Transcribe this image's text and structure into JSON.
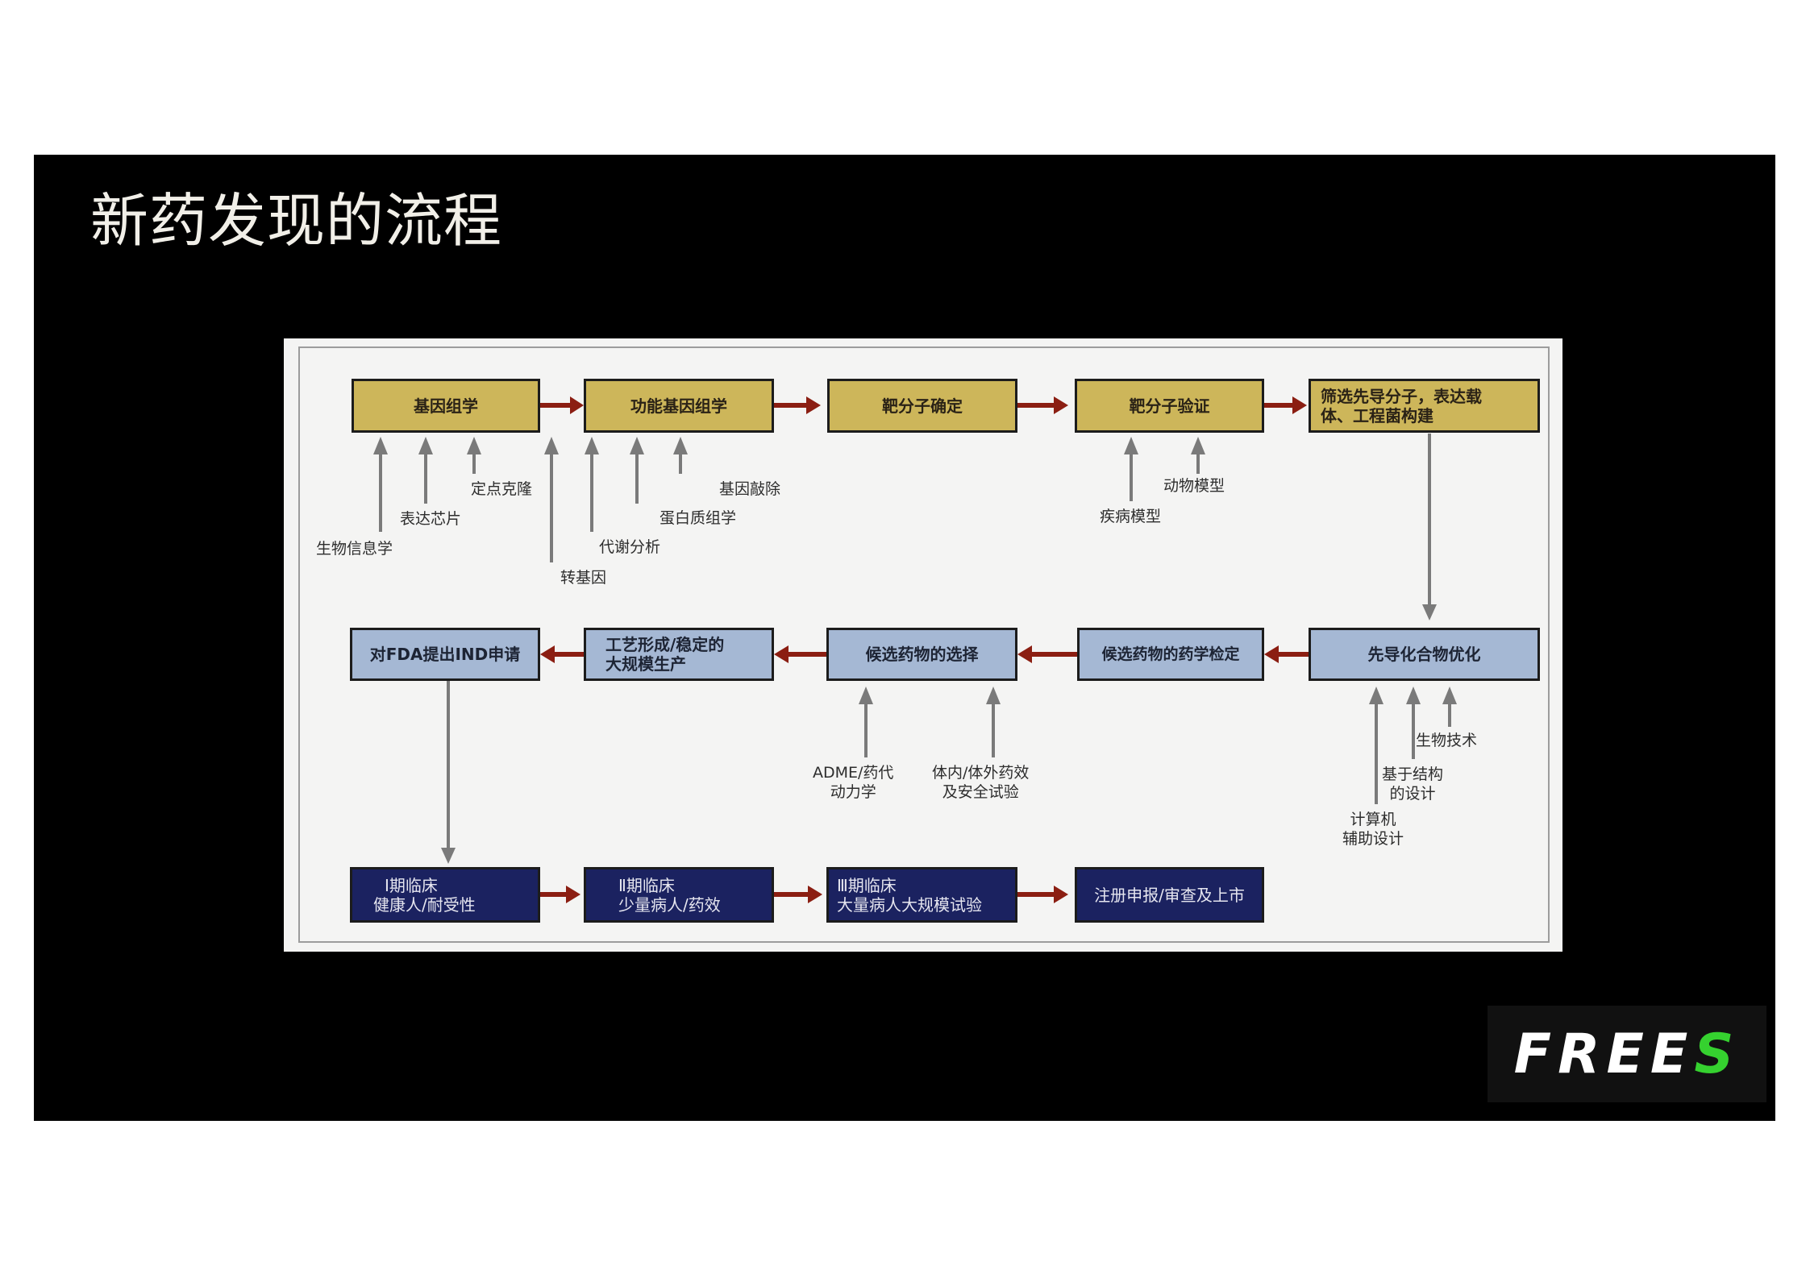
{
  "slide": {
    "title": "新药发现的流程",
    "background": "#000000",
    "title_color": "#f1efe8"
  },
  "logo": {
    "text_main": "FREE",
    "text_accent": "S",
    "accent_color": "#35d12f"
  },
  "colors": {
    "stage_discovery": "#cdb65a",
    "stage_preclinical": "#a5b8d4",
    "stage_clinical": "#1b2260",
    "flow_arrow": "#8b1e12",
    "input_arrow": "#7a7a7a"
  },
  "diagram": {
    "row1": [
      {
        "id": "genomics",
        "label": "基因组学"
      },
      {
        "id": "functional-genomics",
        "label": "功能基因组学"
      },
      {
        "id": "target-identification",
        "label": "靶分子确定"
      },
      {
        "id": "target-validation",
        "label": "靶分子验证"
      },
      {
        "id": "lead-screening",
        "label": "筛选先导分子，表达载体、工程菌构建"
      }
    ],
    "row2": [
      {
        "id": "ind-application",
        "label": "对FDA提出IND申请"
      },
      {
        "id": "process-scaleup",
        "label": "工艺形成/稳定的大规模生产"
      },
      {
        "id": "candidate-selection",
        "label": "候选药物的选择"
      },
      {
        "id": "pharmaceutical-testing",
        "label": "候选药物的药学检定"
      },
      {
        "id": "lead-optimization",
        "label": "先导化合物优化"
      }
    ],
    "row3": [
      {
        "id": "phase1",
        "line1": "Ⅰ期临床",
        "line2": "健康人/耐受性"
      },
      {
        "id": "phase2",
        "line1": "Ⅱ期临床",
        "line2": "少量病人/药效"
      },
      {
        "id": "phase3",
        "line1": "Ⅲ期临床",
        "line2": "大量病人大规模试验"
      },
      {
        "id": "registration",
        "line1": "注册申报/审查及上市"
      }
    ],
    "inputs": {
      "genomics": [
        "生物信息学",
        "表达芯片",
        "定点克隆"
      ],
      "functional_genomics": [
        "转基因",
        "代谢分析",
        "蛋白质组学",
        "基因敲除"
      ],
      "target_validation": [
        "疾病模型",
        "动物模型"
      ],
      "candidate_selection": [
        "ADME/药代动力学",
        "体内/体外药效及安全试验"
      ],
      "lead_optimization": [
        "计算机辅助设计",
        "基于结构的设计",
        "生物技术"
      ]
    },
    "input_labels": {
      "bioinformatics": "生物信息学",
      "expression_chip": "表达芯片",
      "site_cloning": "定点克隆",
      "transgenic": "转基因",
      "metabolic_analysis": "代谢分析",
      "proteomics": "蛋白质组学",
      "gene_knockout": "基因敲除",
      "disease_model": "疾病模型",
      "animal_model": "动物模型",
      "adme_line1": "ADME/药代",
      "adme_line2": "动力学",
      "efficacy_line1": "体内/体外药效",
      "efficacy_line2": "及安全试验",
      "cad_line1": "计算机",
      "cad_line2": "辅助设计",
      "sbd_line1": "基于结构",
      "sbd_line2": "的设计",
      "biotech": "生物技术"
    },
    "box_labels": {
      "lead_screening_line1": "筛选先导分子，表达载",
      "lead_screening_line2": "体、工程菌构建",
      "process_line1": "工艺形成/稳定的",
      "process_line2": "大规模生产"
    }
  }
}
